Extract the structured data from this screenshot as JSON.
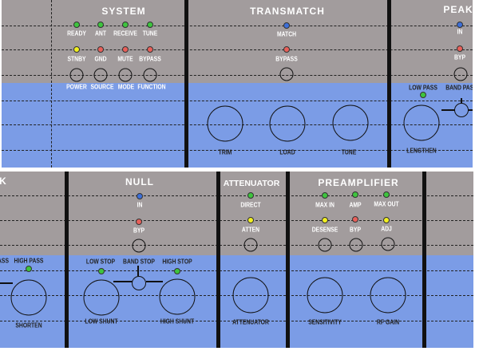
{
  "colors": {
    "panel_gray": "#a29c9d",
    "panel_blue": "#7b9ce6",
    "led_green": "#3ec43e",
    "led_red": "#e8605a",
    "led_yellow": "#f2f020",
    "led_blue": "#3d6fd8"
  },
  "top": {
    "system": {
      "title": "SYSTEM",
      "leds_row1": [
        "READY",
        "ANT",
        "RECEIVE",
        "TUNE"
      ],
      "leds_row2": [
        "STNBY",
        "GND",
        "MUTE",
        "BYPASS"
      ],
      "buttons": [
        "POWER",
        "SOURCE",
        "MODE",
        "FUNCTION"
      ]
    },
    "transmatch": {
      "title": "TRANSMATCH",
      "led1": "MATCH",
      "led2": "BYPASS",
      "knobs": [
        "TRIM",
        "LOAD",
        "TUNE"
      ]
    },
    "peak": {
      "title": "PEAK",
      "led1": "IN",
      "led2": "BYP",
      "low_pass": "LOW PASS",
      "band_pass": "BAND PASS",
      "knob": "LENGTHEN"
    }
  },
  "bottom": {
    "peak_partial": {
      "title": "K",
      "low_pass_partial": "ASS",
      "high_pass": "HIGH PASS",
      "knob": "SHORTEN"
    },
    "null": {
      "title": "NULL",
      "led1": "IN",
      "led2": "BYP",
      "low_stop": "LOW STOP",
      "band_stop": "BAND STOP",
      "high_stop": "HIGH STOP",
      "knobs": [
        "LOW SHUNT",
        "HIGH SHUNT"
      ]
    },
    "attenuator": {
      "title": "ATTENUATOR",
      "led1": "DIRECT",
      "led2": "ATTEN",
      "knob": "ATTENUATOR"
    },
    "preamplifier": {
      "title": "PREAMPLIFIER",
      "leds_row1": [
        "MAX IN",
        "AMP",
        "MAX OUT"
      ],
      "leds_row2": [
        "DESENSE",
        "BYP",
        "ADJ"
      ],
      "knobs": [
        "SENSITIVITY",
        "RF GAIN"
      ]
    }
  }
}
